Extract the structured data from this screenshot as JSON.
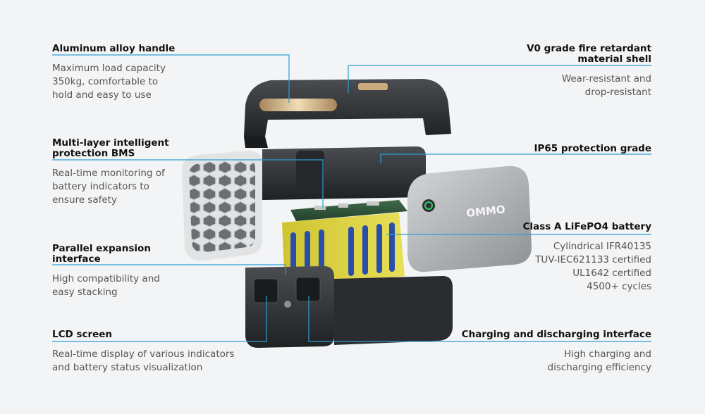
{
  "brand": {
    "logo_text": "OMMO"
  },
  "callouts": {
    "handle": {
      "title": "Aluminum alloy handle",
      "desc": "Maximum load capacity\n350kg, comfortable to\nhold and easy to use"
    },
    "bms": {
      "title": "Multi-layer intelligent\nprotection BMS",
      "desc": "Real-time monitoring of\nbattery indicators to\nensure safety"
    },
    "parallel": {
      "title": "Parallel expansion\ninterface",
      "desc": "High compatibility and\neasy stacking"
    },
    "lcd": {
      "title": "LCD screen",
      "desc": "Real-time display of various indicators\nand battery status visualization"
    },
    "shell": {
      "title": "V0 grade fire retardant\nmaterial shell",
      "desc": "Wear-resistant and\ndrop-resistant"
    },
    "ip65": {
      "title": "IP65 protection grade"
    },
    "cell": {
      "title": "Class A LiFePO4 battery",
      "desc": "Cylindrical IFR40135\nTUV-IEC621133 certified\nUL1642 certified\n4500+ cycles"
    },
    "charge": {
      "title": "Charging and discharging interface",
      "desc": "High charging and\ndischarging efficiency"
    }
  },
  "colors": {
    "leader_line": "#2a9fd6",
    "cell_yellow": "#d9cf3a",
    "cell_blue": "#2b4fa8",
    "shell_dark": "#2c2e31",
    "panel_silver": "#b7b9bc",
    "handle_gold": "#d9b98a",
    "accent_green": "#2fd06a"
  }
}
